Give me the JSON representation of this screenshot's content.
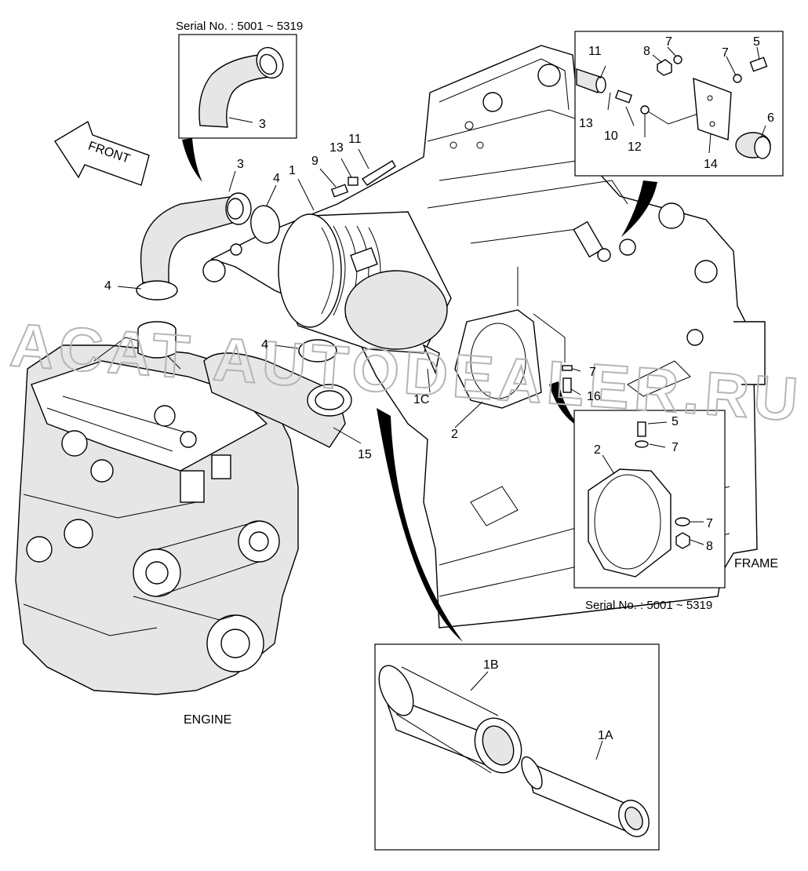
{
  "watermark": "ACAT AUTODEALER.RU",
  "captions": {
    "serial_top": "Serial No. : 5001 ~ 5319",
    "serial_right": "Serial No. : 5001 ~ 5319",
    "front": "FRONT",
    "engine": "ENGINE",
    "frame": "FRAME"
  },
  "callouts": {
    "c3_inset": "3",
    "c3": "3",
    "c4_a": "4",
    "c4_b": "4",
    "c4_c": "4",
    "c1": "1",
    "c9": "9",
    "c13": "13",
    "c11": "11",
    "c15": "15",
    "c1c": "1C",
    "c2": "2",
    "c7_main": "7",
    "c16": "16",
    "i11": "11",
    "i8": "8",
    "i7_a": "7",
    "i7_b": "7",
    "i5": "5",
    "i13": "13",
    "i10": "10",
    "i12": "12",
    "i14": "14",
    "i6": "6",
    "r5": "5",
    "r7_a": "7",
    "r2": "2",
    "r7_b": "7",
    "r8": "8",
    "f1b": "1B",
    "f1a": "1A"
  }
}
